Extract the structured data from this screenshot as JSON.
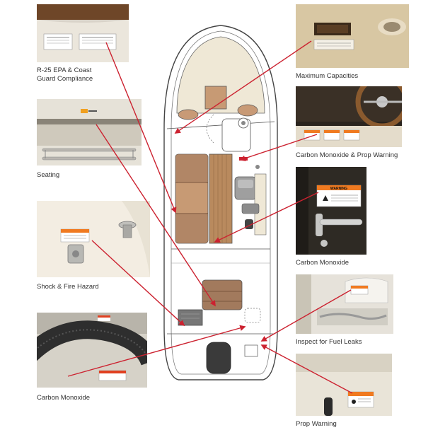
{
  "captions": {
    "epa": "R-25 EPA & Coast\nGuard Compliance",
    "seating": "Seating",
    "shock": "Shock & Fire Hazard",
    "co_left": "Carbon Monoxide",
    "max_cap": "Maximum Capacities",
    "co_prop": "Carbon Monoxide & Prop Warning",
    "co_right": "Carbon Monoxide",
    "fuel": "Inspect for Fuel Leaks",
    "prop": "Prop Warning"
  },
  "sticker_text": {
    "warning": "WARNING"
  },
  "colors": {
    "arrow": "#cc2230",
    "hull_outline": "#444444",
    "deck_wood": "#c79a74",
    "teak": "#b98a5e",
    "cushion": "#a27a5d",
    "cream": "#efe8d6"
  }
}
